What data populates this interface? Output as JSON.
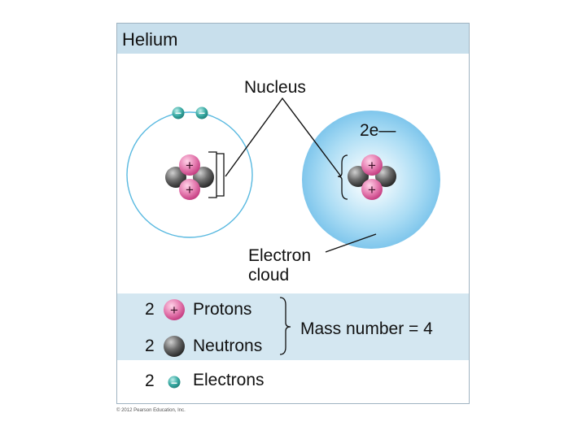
{
  "title": "Helium",
  "labels": {
    "nucleus": "Nucleus",
    "electron_pair": "2e—",
    "electron_cloud_line1": "Electron",
    "electron_cloud_line2": "cloud"
  },
  "legend": {
    "protons": {
      "count": "2",
      "label": "Protons",
      "symbol": "+"
    },
    "neutrons": {
      "count": "2",
      "label": "Neutrons"
    },
    "electrons": {
      "count": "2",
      "label": "Electrons",
      "symbol": "–"
    },
    "mass_number": "Mass number = 4"
  },
  "particle_symbols": {
    "proton": "+",
    "electron": "–"
  },
  "colors": {
    "proton": "#e1579a",
    "neutron": "#4a4a4a",
    "electron": "#2fa39d",
    "cloud": "#7fc6ec",
    "orbit": "#59b9e0",
    "band": "#d4e7f1"
  },
  "copyright": "© 2012 Pearson Education, Inc."
}
